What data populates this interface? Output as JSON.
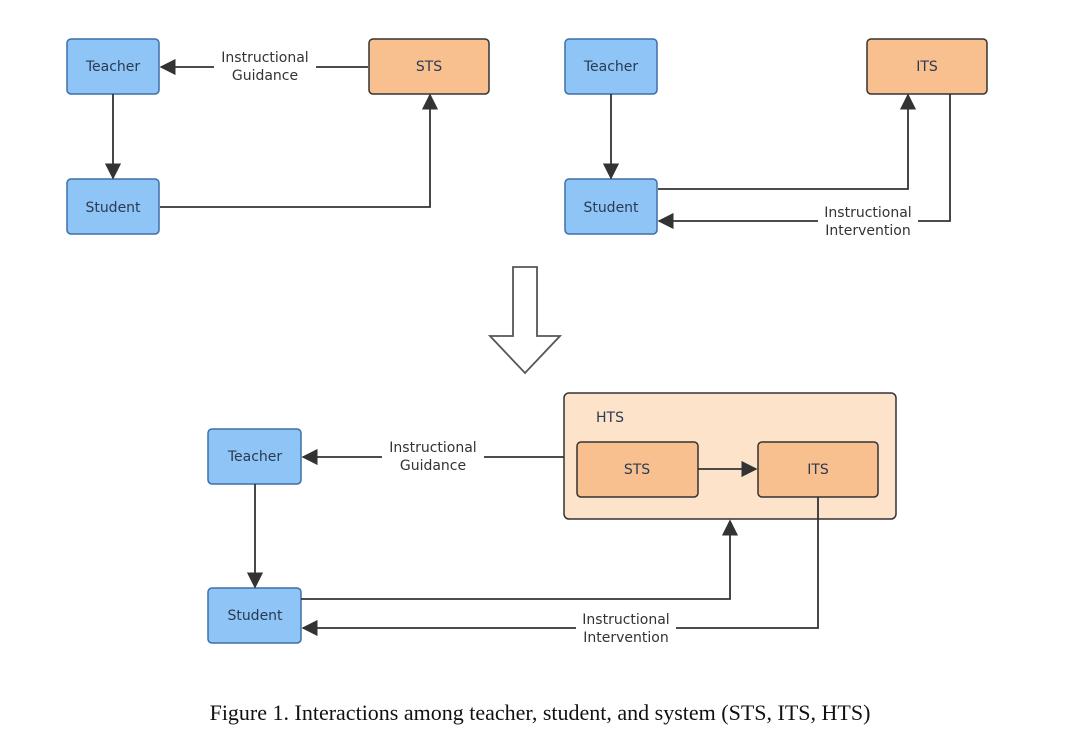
{
  "colors": {
    "person_fill": "#8ec4f6",
    "person_stroke": "#3d6ea8",
    "system_fill": "#f9c08f",
    "system_stroke": "#333333",
    "container_fill": "#fde3c9",
    "edge": "#333333"
  },
  "diagram_top_left": {
    "teacher": "Teacher",
    "student": "Student",
    "system": "STS",
    "guidance_line1": "Instructional",
    "guidance_line2": "Guidance"
  },
  "diagram_top_right": {
    "teacher": "Teacher",
    "student": "Student",
    "system": "ITS",
    "intervention_line1": "Instructional",
    "intervention_line2": "Intervention"
  },
  "diagram_bottom": {
    "teacher": "Teacher",
    "student": "Student",
    "container": "HTS",
    "sts": "STS",
    "its": "ITS",
    "guidance_line1": "Instructional",
    "guidance_line2": "Guidance",
    "intervention_line1": "Instructional",
    "intervention_line2": "Intervention"
  },
  "caption": "Figure 1. Interactions among teacher, student, and system (STS, ITS, HTS)"
}
